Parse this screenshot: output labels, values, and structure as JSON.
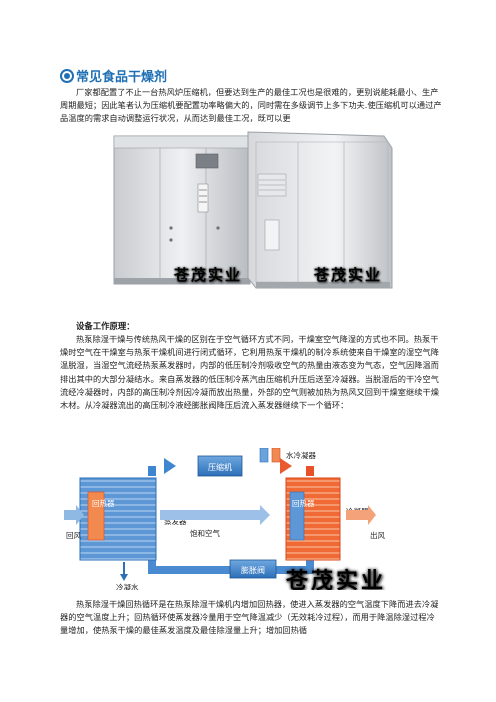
{
  "section_title": "常见食品干燥剂",
  "intro_paragraph": "厂家都配置了不止一台热风炉压缩机，但要达到生产的最佳工况也是很难的，更别说能耗最小、生产周期最短；因此笔者认为压缩机要配置功率略偏大的，同时需在多级调节上多下功夫.使压缩机可以通过产品温度的需求自动调整运行状况，从而达到最佳工况，既可以更",
  "photo_watermarks": [
    "苍茂实业",
    "苍茂实业"
  ],
  "principle_heading": "设备工作原理：",
  "principle_paragraph": "热泵除湿干燥与传统热风干燥的区别在于空气循环方式不同，干燥室空气降湿的方式也不同。热泵干燥时空气在干燥室与热泵干燥机间进行闭式循环，它利用热泵干燥机的制冷系统使来自干燥室的湿空气降温脱湿，当湿空气流经热泵蒸发器时，内部的低压制冷剂吸收空气的热量由液态变为气态，空气因降温而排出其中的大部分凝结水。来自蒸发器的低压制冷蒸汽由压缩机升压后送至冷凝器。当脱湿后的干冷空气流经冷凝器时，内部的高压制冷剂因冷凝而放出热量，外部的空气则被加热为热风又回到干燥室继续干燥木材。从冷凝器流出的高压制冷液经膨胀阀降压后流入蒸发器继续下一个循环：",
  "diagram": {
    "compressor": "压缩机",
    "water_condenser": "水冷凝器",
    "regenerator_left": "回热器",
    "evaporator": "蒸发器",
    "regenerator_right": "回热器",
    "condenser": "冷凝器",
    "return_air": "回风",
    "saturated_air": "饱和空气",
    "outlet_air": "出风",
    "expansion_valve": "膨胀阀",
    "condensate": "冷凝水",
    "watermark": "苍茂实业"
  },
  "closing_paragraph": "热泵除湿干燥回热循环是在热泵除湿干燥机内增加回热器，使进入蒸发器的空气温度下降而进去冷凝器的空气温度上升；回热循环使蒸发器冷量用于空气降温减少（无效耗冷过程），而用于降温除湿过程冷量增加，使热泵干燥的最佳蒸发温度及最佳除湿量上升；增加回热循"
}
